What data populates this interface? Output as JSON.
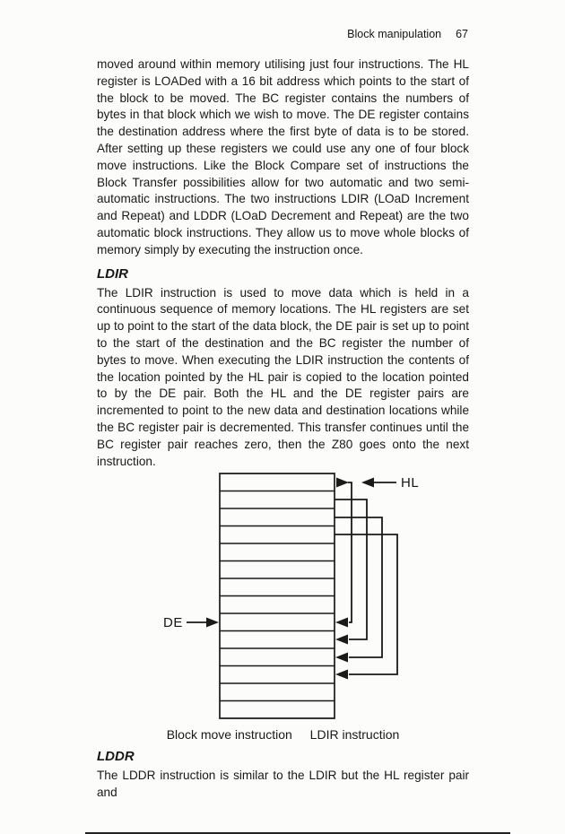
{
  "header": {
    "title": "Block manipulation",
    "page_number": "67"
  },
  "body": {
    "para1": "moved around within memory utilising just four instructions. The HL register is LOADed with a 16 bit address which points to the start of the block to be moved. The BC register contains the numbers of bytes in that block which we wish to move. The DE register contains the destination address where the first byte of data is to be stored. After setting up these registers we could use any one of four block move instructions. Like the Block Compare set of instructions the Block Transfer possibilities allow for two automatic and two semi-automatic instructions. The two instructions LDIR (LOaD Increment and Repeat) and LDDR (LOaD Decrement and Repeat) are the two automatic block instructions. They allow us to move whole blocks of memory simply by executing the instruction once.",
    "ldir_heading": "LDIR",
    "para2": "The LDIR instruction is used to move data which is held in a continuous sequence of memory locations. The HL registers are set up to point to the start of the data block, the DE pair is set up to point to the start of the destination and the BC register the number of bytes to move. When executing the LDIR instruction the contents of the location pointed by the HL pair is copied to the location pointed to by the DE pair. Both the HL and the DE register pairs are incremented to point to the new data and destination locations while the BC register pair is decremented. This transfer continues until the BC register pair reaches zero, then the Z80 goes onto the next instruction.",
    "lddr_heading": "LDDR",
    "para3": "The LDDR instruction is similar to the LDIR but the HL register pair and"
  },
  "diagram": {
    "hl_label": "HL",
    "de_label": "DE",
    "caption_left": "Block move instruction",
    "caption_right": "LDIR instruction",
    "memory_rows": 14,
    "transfers": [
      {
        "from_row": 1,
        "to_row": 9
      },
      {
        "from_row": 2,
        "to_row": 10
      },
      {
        "from_row": 3,
        "to_row": 11
      },
      {
        "from_row": 4,
        "to_row": 12
      }
    ]
  }
}
